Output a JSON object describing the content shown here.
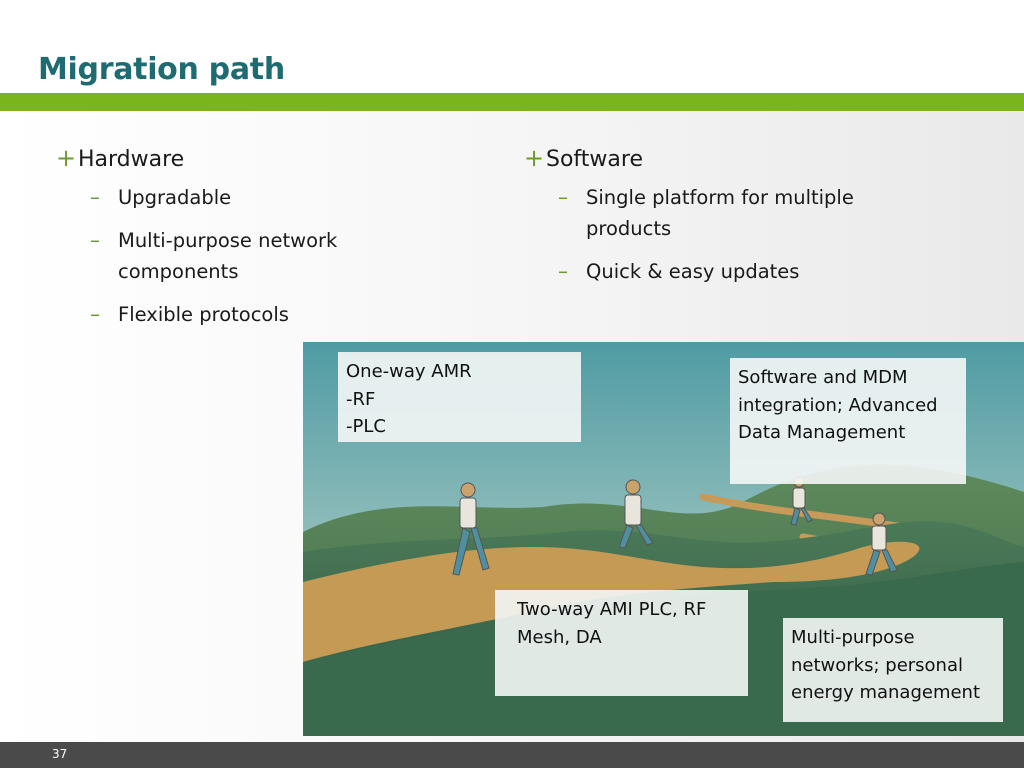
{
  "slide": {
    "title": "Migration path",
    "page_number": "37",
    "colors": {
      "title": "#1f6b72",
      "accent_bar": "#7ab51d",
      "bullet": "#6d9a2e",
      "footer": "#4a4a4a"
    }
  },
  "left_column": {
    "heading": "Hardware",
    "bullet_icon": "plus-icon",
    "items": [
      {
        "dash": "–",
        "text": "Upgradable"
      },
      {
        "dash": "–",
        "text": "Multi-purpose network components"
      },
      {
        "dash": "–",
        "text": "Flexible protocols"
      }
    ]
  },
  "right_column": {
    "heading": "Software",
    "bullet_icon": "plus-icon",
    "items": [
      {
        "dash": "–",
        "text": "Single platform for multiple products"
      },
      {
        "dash": "–",
        "text": "Quick & easy updates"
      }
    ]
  },
  "bullet_symbol": "+",
  "illustration": {
    "callouts": {
      "one_way": "One-way AMR\n-RF\n-PLC",
      "software_mdm": "Software and MDM integration; Advanced Data Management",
      "two_way": "Two-way AMI PLC, RF Mesh, DA",
      "multi_purpose": "Multi-purpose networks; personal energy management"
    }
  }
}
